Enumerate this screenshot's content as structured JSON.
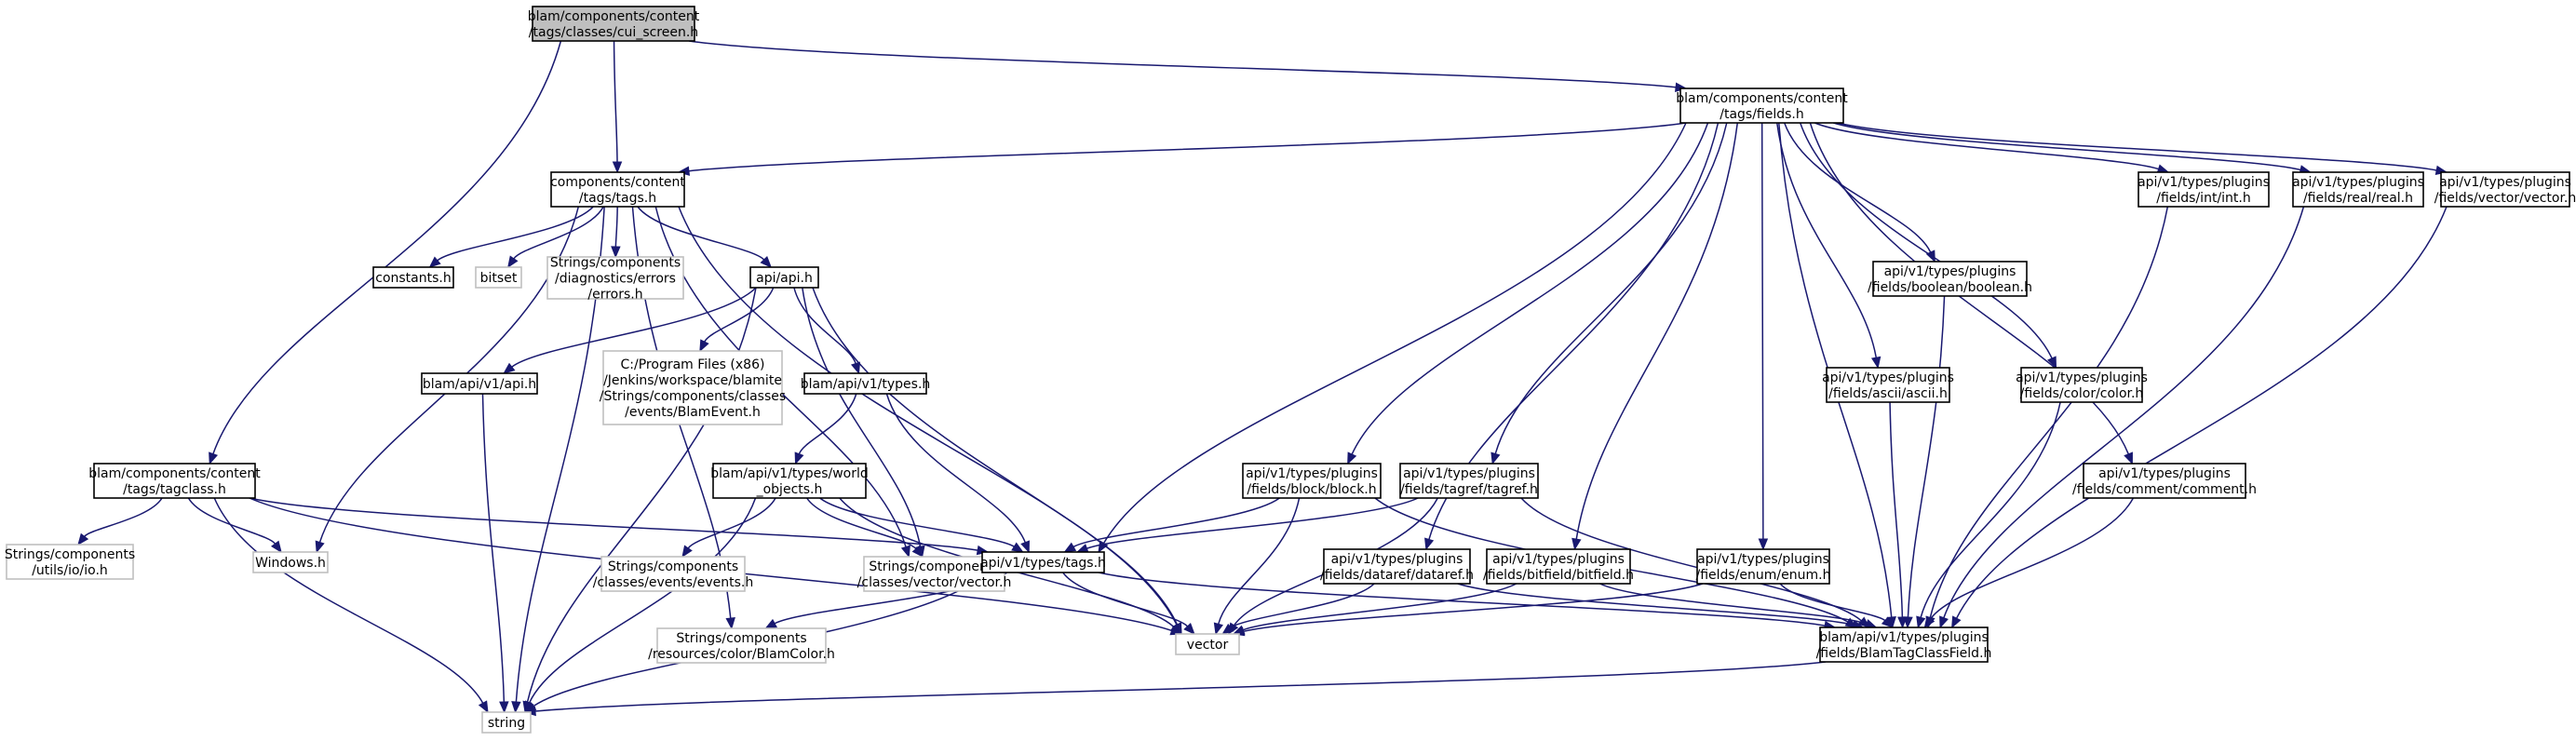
{
  "graph": {
    "colors": {
      "edge": "#191970",
      "node_border": "#000000",
      "external_border": "#bfbfbf",
      "root_fill": "#bfbfbf",
      "fill": "#ffffff"
    },
    "nodes": [
      {
        "id": "cui",
        "lines": [
          "blam/components/content",
          "/tags/classes/cui_screen.h"
        ],
        "kind": "root"
      },
      {
        "id": "tags",
        "lines": [
          "components/content",
          "/tags/tags.h"
        ],
        "kind": "file"
      },
      {
        "id": "fields",
        "lines": [
          "blam/components/content",
          "/tags/fields.h"
        ],
        "kind": "file"
      },
      {
        "id": "constants",
        "lines": [
          "constants.h"
        ],
        "kind": "file"
      },
      {
        "id": "bitset",
        "lines": [
          "bitset"
        ],
        "kind": "external"
      },
      {
        "id": "errors",
        "lines": [
          "Strings/components",
          "/diagnostics/errors",
          "/errors.h"
        ],
        "kind": "external"
      },
      {
        "id": "apih",
        "lines": [
          "api/api.h"
        ],
        "kind": "file"
      },
      {
        "id": "blamevent",
        "lines": [
          "C:/Program Files (x86)",
          "/Jenkins/workspace/blamite",
          "/Strings/components/classes",
          "/events/BlamEvent.h"
        ],
        "kind": "external"
      },
      {
        "id": "blamapi",
        "lines": [
          "blam/api/v1/api.h"
        ],
        "kind": "file"
      },
      {
        "id": "blamtypes",
        "lines": [
          "blam/api/v1/types.h"
        ],
        "kind": "file"
      },
      {
        "id": "worldobj",
        "lines": [
          "blam/api/v1/types/world",
          "_objects.h"
        ],
        "kind": "file"
      },
      {
        "id": "events",
        "lines": [
          "Strings/components",
          "/classes/events/events.h"
        ],
        "kind": "external"
      },
      {
        "id": "vectorh",
        "lines": [
          "Strings/components",
          "/classes/vector/vector.h"
        ],
        "kind": "external"
      },
      {
        "id": "tagclass",
        "lines": [
          "blam/components/content",
          "/tags/tagclass.h"
        ],
        "kind": "file"
      },
      {
        "id": "io",
        "lines": [
          "Strings/components",
          "/utils/io/io.h"
        ],
        "kind": "external"
      },
      {
        "id": "windows",
        "lines": [
          "Windows.h"
        ],
        "kind": "external"
      },
      {
        "id": "apitags",
        "lines": [
          "api/v1/types/tags.h"
        ],
        "kind": "file"
      },
      {
        "id": "blamcolor",
        "lines": [
          "Strings/components",
          "/resources/color/BlamColor.h"
        ],
        "kind": "external"
      },
      {
        "id": "vector",
        "lines": [
          "vector"
        ],
        "kind": "external"
      },
      {
        "id": "string",
        "lines": [
          "string"
        ],
        "kind": "external"
      },
      {
        "id": "block",
        "lines": [
          "api/v1/types/plugins",
          "/fields/block/block.h"
        ],
        "kind": "file"
      },
      {
        "id": "tagref",
        "lines": [
          "api/v1/types/plugins",
          "/fields/tagref/tagref.h"
        ],
        "kind": "file"
      },
      {
        "id": "dataref",
        "lines": [
          "api/v1/types/plugins",
          "/fields/dataref/dataref.h"
        ],
        "kind": "file"
      },
      {
        "id": "bitfield",
        "lines": [
          "api/v1/types/plugins",
          "/fields/bitfield/bitfield.h"
        ],
        "kind": "file"
      },
      {
        "id": "enum",
        "lines": [
          "api/v1/types/plugins",
          "/fields/enum/enum.h"
        ],
        "kind": "file"
      },
      {
        "id": "btcf",
        "lines": [
          "blam/api/v1/types/plugins",
          "/fields/BlamTagClassField.h"
        ],
        "kind": "file"
      },
      {
        "id": "ascii",
        "lines": [
          "api/v1/types/plugins",
          "/fields/ascii/ascii.h"
        ],
        "kind": "file"
      },
      {
        "id": "boolean",
        "lines": [
          "api/v1/types/plugins",
          "/fields/boolean/boolean.h"
        ],
        "kind": "file"
      },
      {
        "id": "color",
        "lines": [
          "api/v1/types/plugins",
          "/fields/color/color.h"
        ],
        "kind": "file"
      },
      {
        "id": "comment",
        "lines": [
          "api/v1/types/plugins",
          "/fields/comment/comment.h"
        ],
        "kind": "file"
      },
      {
        "id": "int",
        "lines": [
          "api/v1/types/plugins",
          "/fields/int/int.h"
        ],
        "kind": "file"
      },
      {
        "id": "real",
        "lines": [
          "api/v1/types/plugins",
          "/fields/real/real.h"
        ],
        "kind": "file"
      },
      {
        "id": "vec",
        "lines": [
          "api/v1/types/plugins",
          "/fields/vector/vector.h"
        ],
        "kind": "file"
      }
    ],
    "edges": [
      [
        "cui",
        "tags"
      ],
      [
        "cui",
        "fields"
      ],
      [
        "cui",
        "tagclass"
      ],
      [
        "tags",
        "constants"
      ],
      [
        "tags",
        "bitset"
      ],
      [
        "tags",
        "errors"
      ],
      [
        "tags",
        "apih"
      ],
      [
        "tags",
        "windows"
      ],
      [
        "tags",
        "string"
      ],
      [
        "tags",
        "vector"
      ],
      [
        "tags",
        "vectorh"
      ],
      [
        "tags",
        "blamcolor"
      ],
      [
        "apih",
        "blamevent"
      ],
      [
        "apih",
        "blamapi"
      ],
      [
        "apih",
        "blamtypes"
      ],
      [
        "apih",
        "vectorh"
      ],
      [
        "apih",
        "vector"
      ],
      [
        "apih",
        "string"
      ],
      [
        "blamapi",
        "string"
      ],
      [
        "blamtypes",
        "worldobj"
      ],
      [
        "blamtypes",
        "apitags"
      ],
      [
        "worldobj",
        "events"
      ],
      [
        "worldobj",
        "vectorh"
      ],
      [
        "worldobj",
        "apitags"
      ],
      [
        "worldobj",
        "vector"
      ],
      [
        "worldobj",
        "string"
      ],
      [
        "tagclass",
        "io"
      ],
      [
        "tagclass",
        "windows"
      ],
      [
        "tagclass",
        "apitags"
      ],
      [
        "tagclass",
        "vector"
      ],
      [
        "tagclass",
        "string"
      ],
      [
        "apitags",
        "blamcolor"
      ],
      [
        "apitags",
        "vector"
      ],
      [
        "apitags",
        "string"
      ],
      [
        "apitags",
        "btcf"
      ],
      [
        "fields",
        "tags"
      ],
      [
        "fields",
        "apitags"
      ],
      [
        "fields",
        "block"
      ],
      [
        "fields",
        "tagref"
      ],
      [
        "fields",
        "dataref"
      ],
      [
        "fields",
        "bitfield"
      ],
      [
        "fields",
        "enum"
      ],
      [
        "fields",
        "btcf"
      ],
      [
        "fields",
        "ascii"
      ],
      [
        "fields",
        "boolean"
      ],
      [
        "fields",
        "color"
      ],
      [
        "fields",
        "comment"
      ],
      [
        "fields",
        "int"
      ],
      [
        "fields",
        "real"
      ],
      [
        "fields",
        "vec"
      ],
      [
        "block",
        "apitags"
      ],
      [
        "block",
        "vector"
      ],
      [
        "block",
        "btcf"
      ],
      [
        "tagref",
        "apitags"
      ],
      [
        "tagref",
        "vector"
      ],
      [
        "tagref",
        "btcf"
      ],
      [
        "dataref",
        "vector"
      ],
      [
        "dataref",
        "btcf"
      ],
      [
        "bitfield",
        "vector"
      ],
      [
        "bitfield",
        "btcf"
      ],
      [
        "enum",
        "vector"
      ],
      [
        "enum",
        "btcf"
      ],
      [
        "ascii",
        "btcf"
      ],
      [
        "boolean",
        "btcf"
      ],
      [
        "color",
        "btcf"
      ],
      [
        "comment",
        "btcf"
      ],
      [
        "int",
        "btcf"
      ],
      [
        "real",
        "btcf"
      ],
      [
        "vec",
        "btcf"
      ],
      [
        "btcf",
        "string"
      ]
    ]
  }
}
